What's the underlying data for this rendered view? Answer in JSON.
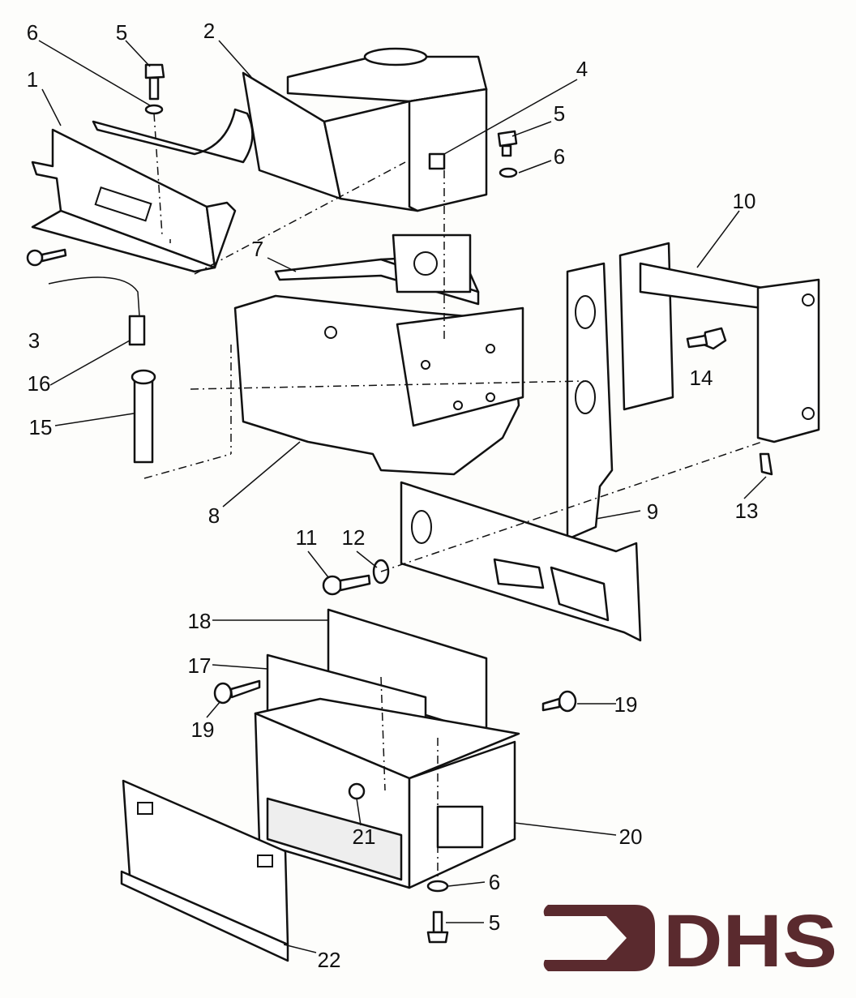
{
  "title": "Exploded parts diagram",
  "labels": [
    "6",
    "5",
    "1",
    "2",
    "4",
    "5",
    "6",
    "10",
    "7",
    "3",
    "16",
    "14",
    "15",
    "8",
    "11",
    "12",
    "9",
    "13",
    "18",
    "17",
    "19",
    "19",
    "21",
    "20",
    "6",
    "5",
    "22"
  ],
  "logo": {
    "text": "DHS",
    "color": "#5a2a2e"
  }
}
